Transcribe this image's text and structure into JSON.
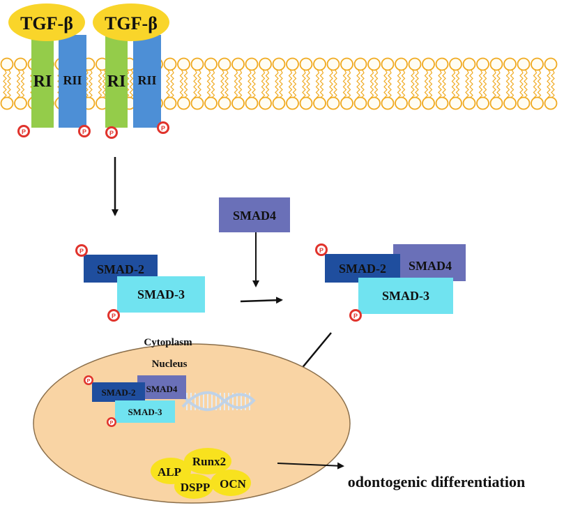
{
  "receptors": {
    "ligand_label": "TGF-β",
    "type1_label": "RI",
    "type2_label": "RII",
    "phospho_label": "P"
  },
  "smads": {
    "smad2": "SMAD-2",
    "smad3": "SMAD-3",
    "smad4": "SMAD4"
  },
  "cell": {
    "cytoplasm_label": "Cytoplasm",
    "nucleus_label": "Nucleus"
  },
  "markers": {
    "alp": "ALP",
    "runx2": "Runx2",
    "dspp": "DSPP",
    "ocn": "OCN"
  },
  "outcome": {
    "label": "odontogenic differentiation"
  },
  "colors": {
    "membrane": "#f0a91e",
    "membrane_fill": "#fffdf3",
    "ligand": "#f9d52a",
    "receptor_type1": "#94cc4a",
    "receptor_type2": "#4d8fd6",
    "smad2": "#1f4e9e",
    "smad3": "#70e3f0",
    "smad4": "#6a70b8",
    "phospho": "#e0332c",
    "nucleus_fill": "#f9d4a4",
    "nucleus_stroke": "#8a6e4a",
    "marker": "#f8e21e"
  }
}
